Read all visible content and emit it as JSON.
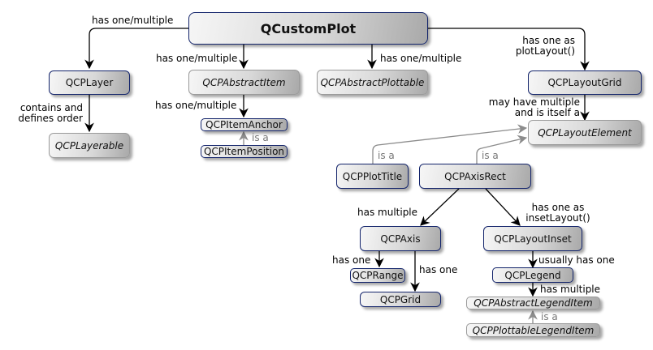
{
  "diagram": {
    "title": "QCustomPlot class overview",
    "nodes": {
      "qcustomplot": {
        "label": "QCustomPlot",
        "kind": "concrete"
      },
      "qcplayer": {
        "label": "QCPLayer",
        "kind": "concrete"
      },
      "qcplayerable": {
        "label": "QCPLayerable",
        "kind": "abstract"
      },
      "qcpabstractitem": {
        "label": "QCPAbstractItem",
        "kind": "abstract"
      },
      "qcpitemanchor": {
        "label": "QCPItemAnchor",
        "kind": "concrete"
      },
      "qcpitemposition": {
        "label": "QCPItemPosition",
        "kind": "concrete"
      },
      "qcpabstractplottable": {
        "label": "QCPAbstractPlottable",
        "kind": "abstract"
      },
      "qcplayoutgrid": {
        "label": "QCPLayoutGrid",
        "kind": "concrete"
      },
      "qcplayoutelement": {
        "label": "QCPLayoutElement",
        "kind": "abstract"
      },
      "qcpplottitle": {
        "label": "QCPPlotTitle",
        "kind": "concrete"
      },
      "qcpaxisrect": {
        "label": "QCPAxisRect",
        "kind": "concrete"
      },
      "qcpaxis": {
        "label": "QCPAxis",
        "kind": "concrete"
      },
      "qcprange": {
        "label": "QCPRange",
        "kind": "concrete"
      },
      "qcpgrid": {
        "label": "QCPGrid",
        "kind": "concrete"
      },
      "qcplayoutinset": {
        "label": "QCPLayoutInset",
        "kind": "concrete"
      },
      "qcplegend": {
        "label": "QCPLegend",
        "kind": "concrete"
      },
      "qcpabstractlegenditem": {
        "label": "QCPAbstractLegendItem",
        "kind": "abstract"
      },
      "qcpplottablelegenditem": {
        "label": "QCPPlottableLegendItem",
        "kind": "abstract"
      }
    },
    "edges": {
      "plot_layer": {
        "from": "QCustomPlot",
        "to": "QCPLayer",
        "label": "has one/multiple",
        "type": "composition"
      },
      "layer_layerable": {
        "from": "QCPLayer",
        "to": "QCPLayerable",
        "label": "contains and defines order",
        "label_lines": [
          "contains and",
          "defines order"
        ],
        "type": "composition"
      },
      "plot_item": {
        "from": "QCustomPlot",
        "to": "QCPAbstractItem",
        "label": "has one/multiple",
        "type": "composition"
      },
      "item_anchor": {
        "from": "QCPAbstractItem",
        "to": "QCPItemAnchor",
        "label": "has one/multiple",
        "type": "composition"
      },
      "position_anchor": {
        "from": "QCPItemPosition",
        "to": "QCPItemAnchor",
        "label": "is a",
        "type": "inheritance"
      },
      "plot_plottable": {
        "from": "QCustomPlot",
        "to": "QCPAbstractPlottable",
        "label": "has one/multiple",
        "type": "composition"
      },
      "plot_layoutgrid": {
        "from": "QCustomPlot",
        "to": "QCPLayoutGrid",
        "label": "has one as plotLayout()",
        "label_lines": [
          "has one as",
          "plotLayout()"
        ],
        "type": "composition"
      },
      "grid_element": {
        "from": "QCPLayoutGrid",
        "to": "QCPLayoutElement",
        "label": "may have multiple and is itself a",
        "label_lines": [
          "may have multiple",
          "and is itself a"
        ],
        "type": "composition"
      },
      "title_element": {
        "from": "QCPPlotTitle",
        "to": "QCPLayoutElement",
        "label": "is a",
        "type": "inheritance"
      },
      "axisrect_element": {
        "from": "QCPAxisRect",
        "to": "QCPLayoutElement",
        "label": "is a",
        "type": "inheritance"
      },
      "axisrect_axis": {
        "from": "QCPAxisRect",
        "to": "QCPAxis",
        "label": "has multiple",
        "type": "composition"
      },
      "axisrect_inset": {
        "from": "QCPAxisRect",
        "to": "QCPLayoutInset",
        "label": "has one as insetLayout()",
        "label_lines": [
          "has one as",
          "insetLayout()"
        ],
        "type": "composition"
      },
      "axis_range": {
        "from": "QCPAxis",
        "to": "QCPRange",
        "label": "has one",
        "type": "composition"
      },
      "axis_grid": {
        "from": "QCPAxis",
        "to": "QCPGrid",
        "label": "has one",
        "type": "composition"
      },
      "inset_legend": {
        "from": "QCPLayoutInset",
        "to": "QCPLegend",
        "label": "usually has one",
        "type": "composition"
      },
      "legend_items": {
        "from": "QCPLegend",
        "to": "QCPAbstractLegendItem",
        "label": "has multiple",
        "type": "composition"
      },
      "plottableitem_abstractitem": {
        "from": "QCPPlottableLegendItem",
        "to": "QCPAbstractLegendItem",
        "label": "is a",
        "type": "inheritance"
      }
    },
    "colors": {
      "concrete_border": "#13246b",
      "abstract_border": "#9a9a9a",
      "composition_edge": "#000000",
      "inheritance_edge": "#8c8c8c",
      "inheritance_label": "#777777"
    }
  }
}
